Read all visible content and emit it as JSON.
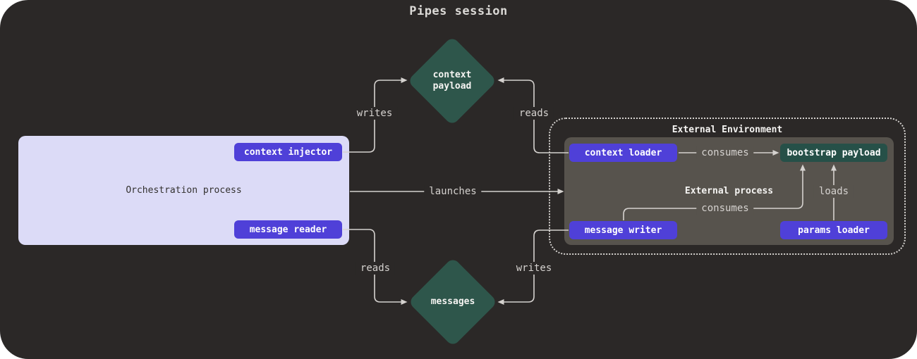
{
  "title": "Pipes session",
  "nodes": {
    "orchestration_process": {
      "label": "Orchestration process"
    },
    "context_injector": {
      "label": "context injector"
    },
    "message_reader": {
      "label": "message reader"
    },
    "context_payload": {
      "label": "context payload"
    },
    "messages": {
      "label": "messages"
    },
    "external_environment": {
      "label": "External Environment"
    },
    "external_process": {
      "label": "External process"
    },
    "context_loader": {
      "label": "context loader"
    },
    "bootstrap_payload": {
      "label": "bootstrap payload"
    },
    "message_writer": {
      "label": "message writer"
    },
    "params_loader": {
      "label": "params loader"
    }
  },
  "edges": {
    "injector_writes_payload": "writes",
    "loader_reads_payload": "reads",
    "orchestration_launches_process": "launches",
    "reader_reads_messages": "reads",
    "writer_writes_messages": "writes",
    "loader_consumes_bootstrap": "consumes",
    "writer_consumes_bootstrap": "consumes",
    "params_loads_bootstrap": "loads"
  },
  "colors": {
    "canvas_background": "#2b2827",
    "line": "#d5d2cf",
    "orchestration_fill": "#dcdbf7",
    "button_fill": "#4f40d8",
    "diamond_fill": "#2e564b",
    "bootstrap_fill": "#265048",
    "process_fill": "#57534d"
  }
}
